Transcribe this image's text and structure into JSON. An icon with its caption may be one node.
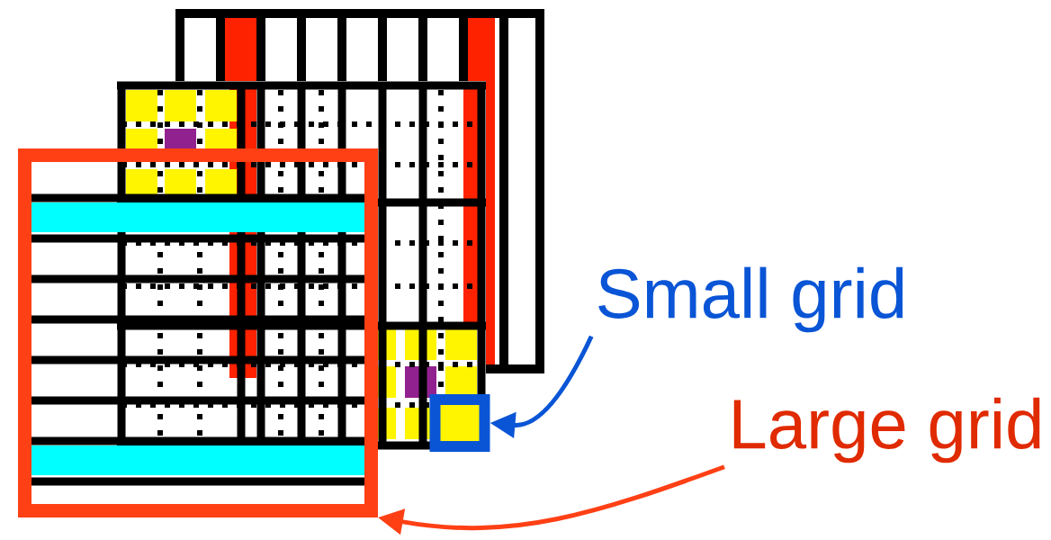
{
  "diagram": {
    "nodes": [
      {
        "text": [],
        "shape": "box"
      },
      {
        "text": [],
        "shape": "box"
      },
      {
        "text": [
          "Small grid"
        ]
      },
      {
        "text": [
          "Large grid"
        ]
      }
    ],
    "edges": [
      {
        "from": 2,
        "to": 1,
        "arrow": "to",
        "color": "#0a55d6"
      },
      {
        "from": 3,
        "to": 0,
        "arrow": "to",
        "color": "#ff4015"
      }
    ]
  }
}
